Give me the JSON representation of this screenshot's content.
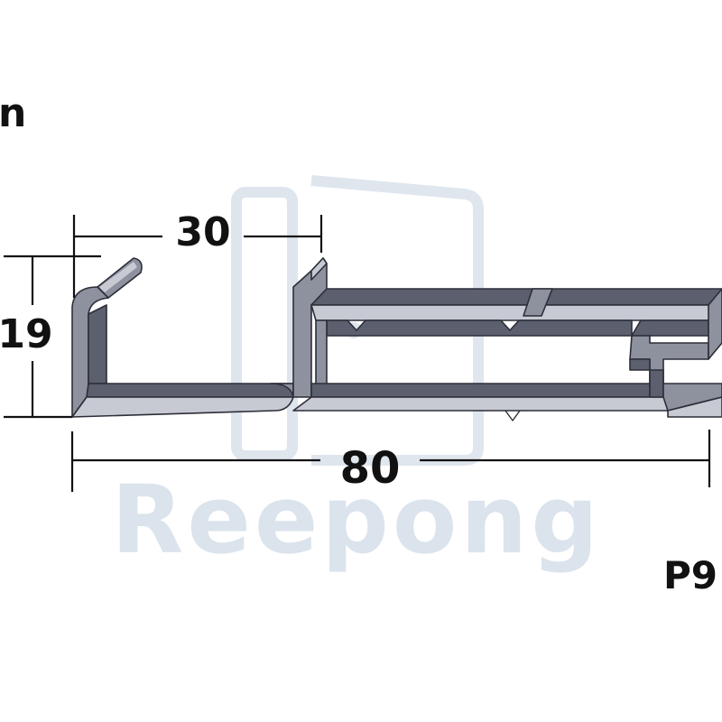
{
  "top_left_text": "n",
  "dimensions": {
    "top_width": "30",
    "left_height": "19",
    "bottom_width": "80"
  },
  "watermark": {
    "text": "Reepong"
  },
  "part_code": "P9",
  "colors": {
    "profile_dark": "#5c5f6e",
    "profile_mid": "#8e919e",
    "profile_light": "#c7c9d3",
    "profile_outline": "#2c2e38",
    "watermark": "#dbe3ec",
    "dimension": "#111111"
  }
}
